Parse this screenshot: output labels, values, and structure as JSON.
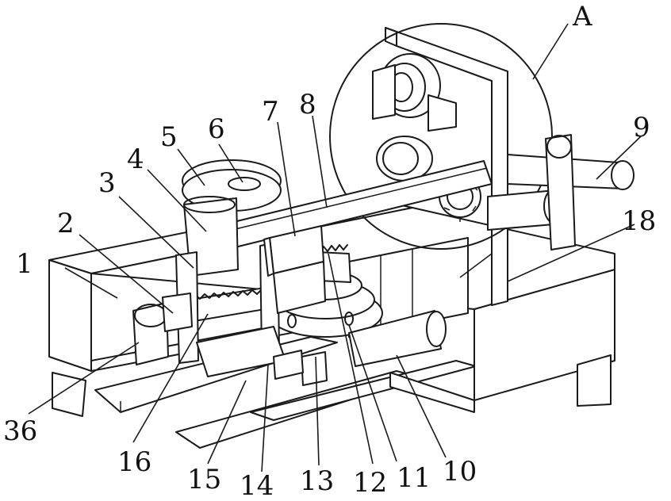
{
  "labels": {
    "l1": "1",
    "l2": "2",
    "l3": "3",
    "l4": "4",
    "l5": "5",
    "l6": "6",
    "l7": "7",
    "l8": "8",
    "l9": "9",
    "l10": "10",
    "l11": "11",
    "l12": "12",
    "l13": "13",
    "l14": "14",
    "l15": "15",
    "l16": "16",
    "l18": "18",
    "l36": "36",
    "lA": "A"
  }
}
